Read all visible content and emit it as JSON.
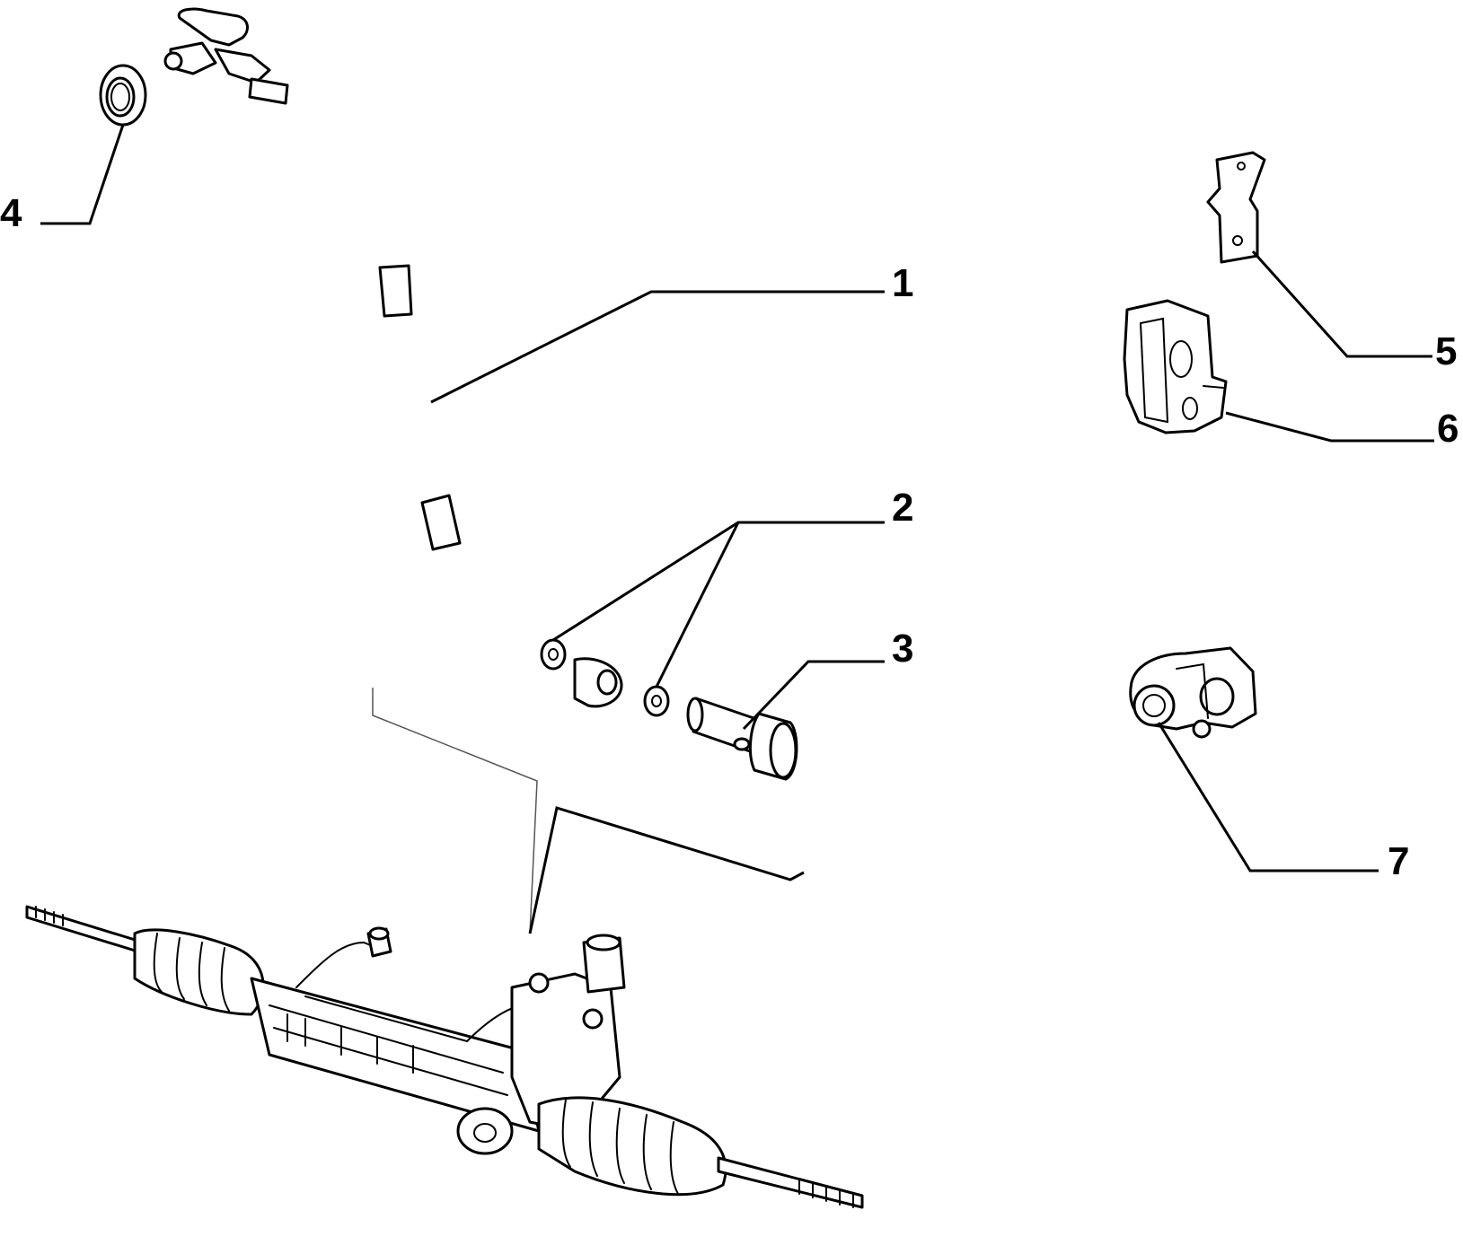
{
  "diagram": {
    "callouts": [
      {
        "id": "1",
        "label": "1"
      },
      {
        "id": "2",
        "label": "2"
      },
      {
        "id": "3",
        "label": "3"
      },
      {
        "id": "4",
        "label": "4"
      },
      {
        "id": "5",
        "label": "5"
      },
      {
        "id": "6",
        "label": "6"
      },
      {
        "id": "7",
        "label": "7"
      }
    ],
    "parts": [
      {
        "callout": "1",
        "icon": "hose-pipe-icon"
      },
      {
        "callout": "2",
        "icon": "washer-icon"
      },
      {
        "callout": "3",
        "icon": "banjo-bolt-icon"
      },
      {
        "callout": "4",
        "icon": "seal-ring-icon"
      },
      {
        "callout": "5",
        "icon": "bracket-icon"
      },
      {
        "callout": "6",
        "icon": "clamp-block-icon"
      },
      {
        "callout": "7",
        "icon": "pipe-clip-icon"
      }
    ],
    "colors": {
      "line": "#000000",
      "background": "#ffffff"
    }
  }
}
